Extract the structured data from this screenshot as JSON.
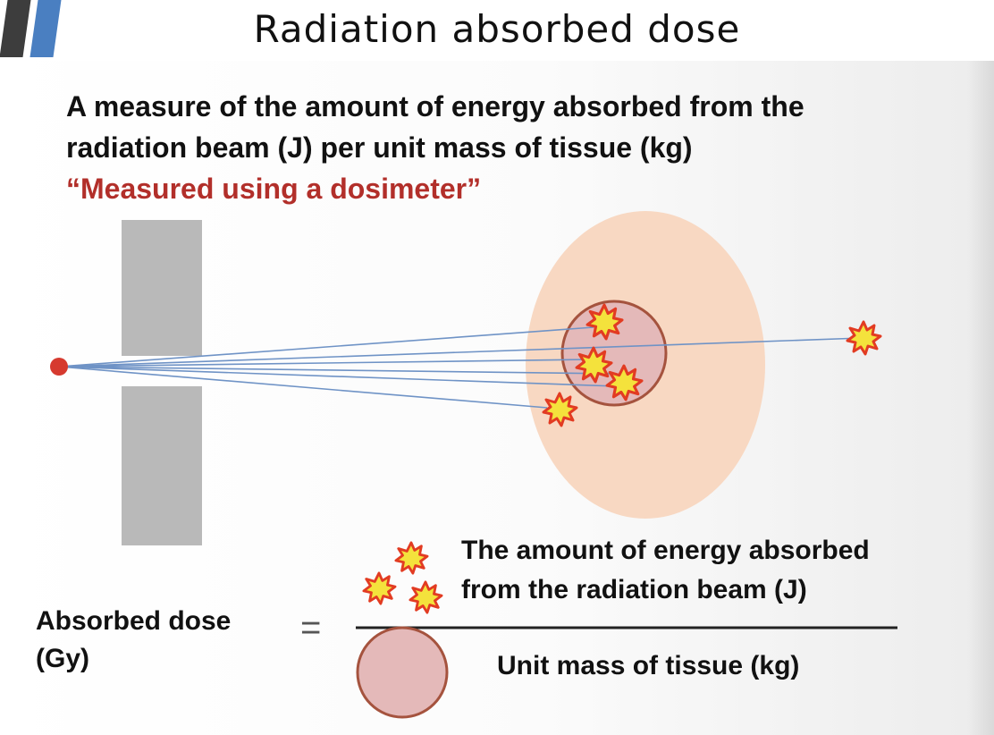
{
  "slide": {
    "title": "Radiation absorbed dose"
  },
  "intro": {
    "line1": "A measure of the amount of energy absorbed from the",
    "line2": "radiation beam (J) per unit mass of tissue (kg)",
    "highlight": "“Measured using a dosimeter”"
  },
  "formula": {
    "lhs_line1": "Absorbed dose",
    "lhs_line2": "(Gy)",
    "equals": "=",
    "numerator_line1": "The amount of energy absorbed",
    "numerator_line2": "from the radiation beam (J)",
    "denominator": "Unit mass of tissue (kg)"
  },
  "colors": {
    "title_accent_dark": "#3d3d3d",
    "title_accent_blue": "#4a7fc1",
    "highlight_red": "#b22f2a",
    "source_dot": "#d63a2f",
    "collimator_gray": "#b9b9b9",
    "body_peach": "#f8d8c2",
    "tissue_pink": "#e4b9b9",
    "tissue_outline": "#a5533e",
    "beam_blue": "#6f93c6",
    "burst_fill": "#f4e23c",
    "burst_outline": "#e23b22"
  }
}
